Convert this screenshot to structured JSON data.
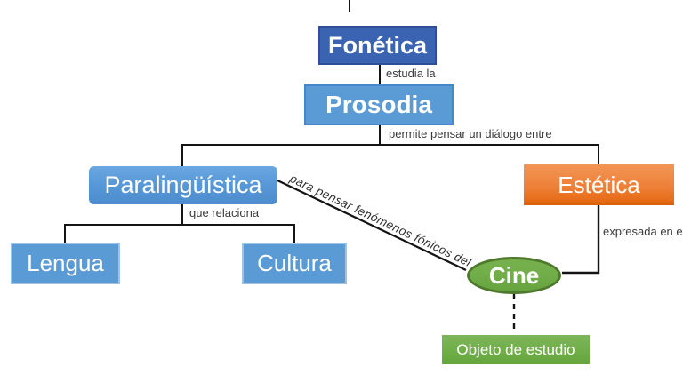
{
  "diagram": {
    "title": "Concept map: Fonética / Prosodia",
    "nodes": {
      "fonetica": {
        "label": "Fonética",
        "shape": "rectangle",
        "fill": "#3A63B2",
        "text_color": "#FFFFFF"
      },
      "prosodia": {
        "label": "Prosodia",
        "shape": "rectangle",
        "fill": "#5B9BD5",
        "text_color": "#FFFFFF"
      },
      "paralinguistica": {
        "label": "Paralingüística",
        "shape": "rounded-rectangle",
        "fill": "#5596D6",
        "text_color": "#FFFFFF"
      },
      "estetica": {
        "label": "Estética",
        "shape": "rectangle",
        "fill": "#ED7D31",
        "text_color": "#FFFFFF"
      },
      "lengua": {
        "label": "Lengua",
        "shape": "rectangle",
        "fill": "#5B9BD5",
        "text_color": "#FFFFFF"
      },
      "cultura": {
        "label": "Cultura",
        "shape": "rectangle",
        "fill": "#5B9BD5",
        "text_color": "#FFFFFF"
      },
      "cine": {
        "label": "Cine",
        "shape": "ellipse",
        "fill": "#6FAC47",
        "border": "#4E7A2D",
        "text_color": "#FFFFFF"
      },
      "objeto": {
        "label": "Objeto de estudio",
        "shape": "rectangle",
        "fill": "#6FAD47",
        "text_color": "#FFFFFF"
      }
    },
    "edges": {
      "estudia_la": {
        "label": "estudia la",
        "from": "Fonética",
        "to": "Prosodia",
        "style": "solid"
      },
      "permite": {
        "label": "permite pensar un diálogo entre",
        "from": "Prosodia",
        "to": "Paralingüística / Estética",
        "style": "solid"
      },
      "que_relaciona": {
        "label": "que relaciona",
        "from": "Paralingüística",
        "to": "Lengua / Cultura",
        "style": "solid"
      },
      "para_pensar": {
        "label": "para pensar fenómenos fónicos del",
        "from": "Paralingüística",
        "to": "Cine",
        "style": "solid-diagonal"
      },
      "expresada": {
        "label": "expresada en e",
        "from": "Estética",
        "to": "Cine",
        "style": "solid"
      },
      "cine_objeto": {
        "label": "",
        "from": "Cine",
        "to": "Objeto de estudio",
        "style": "dashed"
      }
    },
    "colors": {
      "dark_blue": "#3A63B2",
      "blue": "#5B9BD5",
      "orange": "#ED7D31",
      "green": "#6FAC47",
      "line": "#141414",
      "label_text": "#3B3B3B",
      "background": "#FFFFFF"
    }
  }
}
